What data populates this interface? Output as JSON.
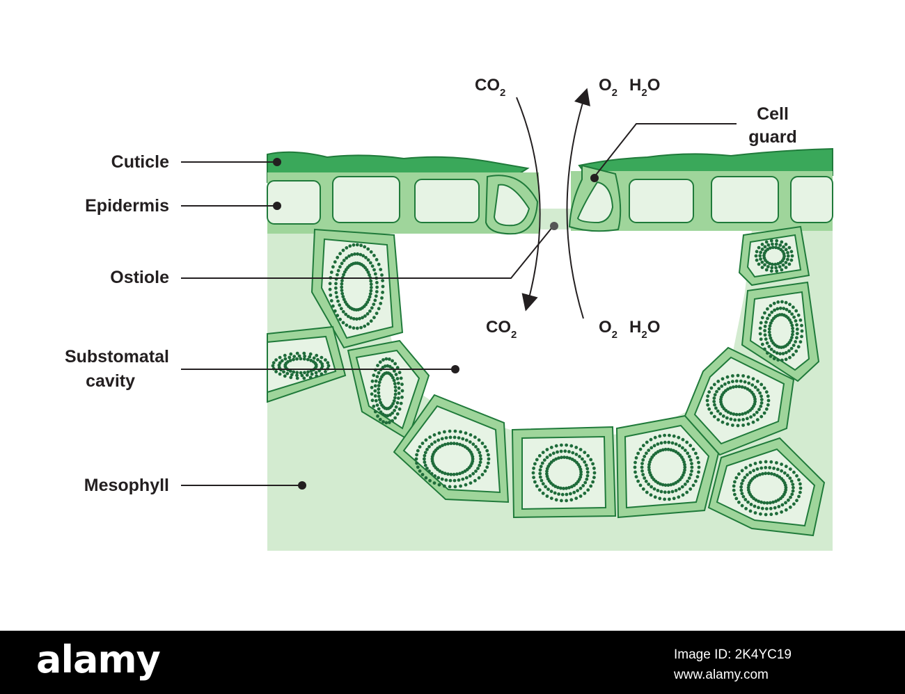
{
  "labels": {
    "cuticle": "Cuticle",
    "epidermis": "Epidermis",
    "ostiole": "Ostiole",
    "substomatal_line1": "Substomatal",
    "substomatal_line2": "cavity",
    "mesophyll": "Mesophyll",
    "cell_guard_line1": "Cell",
    "cell_guard_line2": "guard"
  },
  "gases": {
    "co2_in": {
      "base": "CO",
      "sub": "2"
    },
    "co2_out": {
      "base": "CO",
      "sub": "2"
    },
    "o2_top": {
      "base": "O",
      "sub": "2"
    },
    "h2o_top": {
      "base": "H",
      "sub": "2",
      "tail": "O"
    },
    "o2_bottom": {
      "base": "O",
      "sub": "2"
    },
    "h2o_bottom": {
      "base": "H",
      "sub": "2",
      "tail": "O"
    }
  },
  "footer": {
    "logo": "alamy",
    "image_id_line": "Image ID: 2K4YC19",
    "site": "www.alamy.com"
  },
  "colors": {
    "cuticle": "#3aa85a",
    "cell_wall": "#9fd59b",
    "cell_inner": "#e6f3e4",
    "mesophyll_bg": "#d3ebd0",
    "outline": "#1f7a3a",
    "chloroplast": "#1e6b3a",
    "footer_bg": "#000000"
  },
  "icons": {
    "arrow": "arrowhead-icon",
    "pointer": "pointer-dot-icon"
  }
}
